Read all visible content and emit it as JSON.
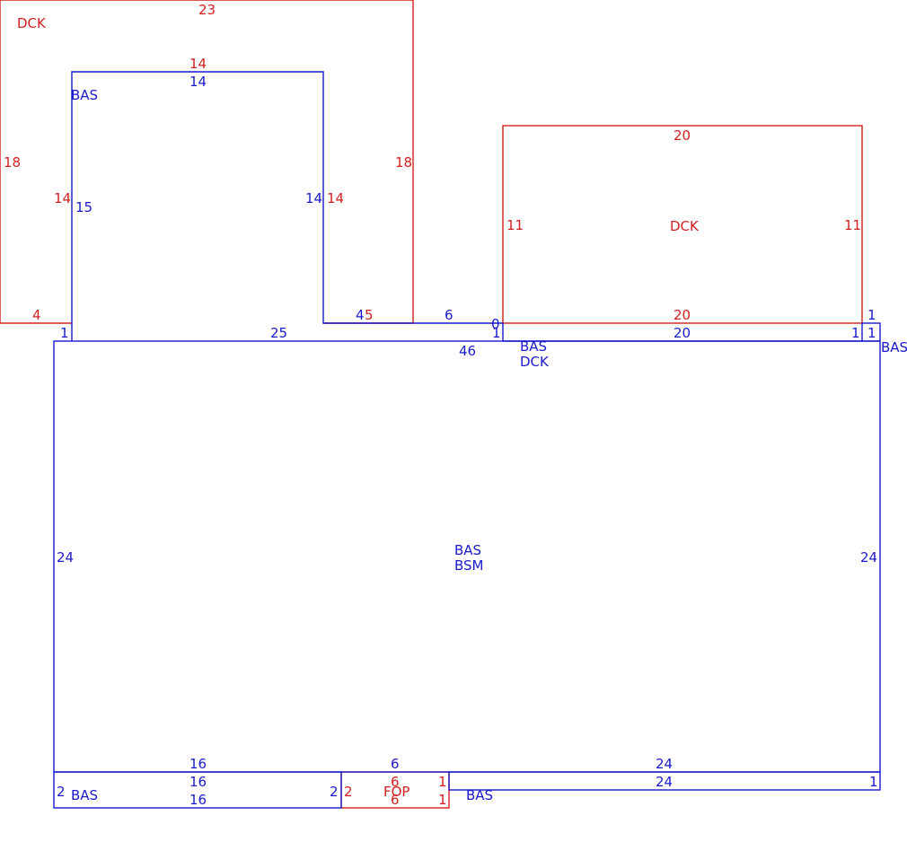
{
  "colors": {
    "blue": "#1a1acc",
    "red": "#d42020"
  },
  "areas": {
    "dck_left": "DCK",
    "bas_upper": "BAS",
    "dck_right": "DCK",
    "bas_small_right": "BAS",
    "bas_dck_1": "BAS",
    "bas_dck_2": "DCK",
    "bas_main_1": "BAS",
    "bas_main_2": "BSM",
    "bas_bottom_left": "BAS",
    "fop": "FOP",
    "bas_bottom_right": "BAS"
  },
  "dims": {
    "dck_top": "23",
    "dck_left_side": "18",
    "dck_right_side": "18",
    "dck_bottom_left": "4",
    "dck_upper_inner_top": "14",
    "dck_upper_inner_left": "14",
    "dck_upper_inner_right": "14",
    "dck_step": "5",
    "bas_upper_top": "14",
    "bas_upper_left": "15",
    "bas_upper_right": "14",
    "bas_step_4": "4",
    "bas_step_6": "6",
    "bas_step_0": "0",
    "bas_step_1_left": "1",
    "bas_step_25": "25",
    "bas_step_1_mid": "1",
    "main_top": "46",
    "dck2_top": "20",
    "dck2_left": "11",
    "dck2_right": "11",
    "dck2_bottom": "20",
    "small_top": "1",
    "strip_20": "20",
    "strip_1_a": "1",
    "strip_1_b": "1",
    "main_left": "24",
    "main_right": "24",
    "bottom_16_a": "16",
    "bottom_6_a": "6",
    "bottom_24_a": "24",
    "bottom_16_b": "16",
    "bottom_16_c": "16",
    "bottom_2_left": "2",
    "bottom_2_mid": "2",
    "fop_2": "2",
    "fop_6_top": "6",
    "fop_6_bottom": "6",
    "fop_1_top": "1",
    "fop_1_bottom": "1",
    "bottom_24_b": "24",
    "bottom_1_right": "1"
  }
}
